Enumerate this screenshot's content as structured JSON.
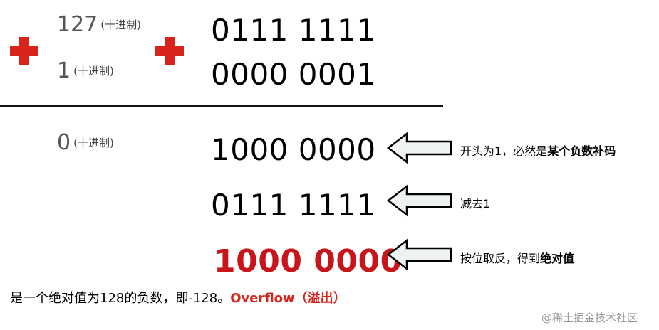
{
  "top": {
    "decimal_a": "127",
    "decimal_b": "1",
    "unit": "(十进制)",
    "binary_a": "0111 1111",
    "binary_b": "0000 0001"
  },
  "result": {
    "decimal": "0",
    "unit": "(十进制)",
    "binary_sum": "1000 0000",
    "binary_minus_one": "0111 1111",
    "binary_inverted": "1000 0000"
  },
  "notes": {
    "sum_prefix": "开头为1，必然是",
    "sum_bold": "某个负数补码",
    "minus_one": "减去1",
    "invert_prefix": "按位取反，得到",
    "invert_bold": "绝对值"
  },
  "conclusion": {
    "text": "是一个绝对值为128的负数，即-128。",
    "overflow": "Overflow（溢出）"
  },
  "watermark": "@稀土掘金技术社区",
  "colors": {
    "accent_red": "#d9241c",
    "arrow_fill": "#eef2f2",
    "arrow_stroke": "#000000"
  }
}
